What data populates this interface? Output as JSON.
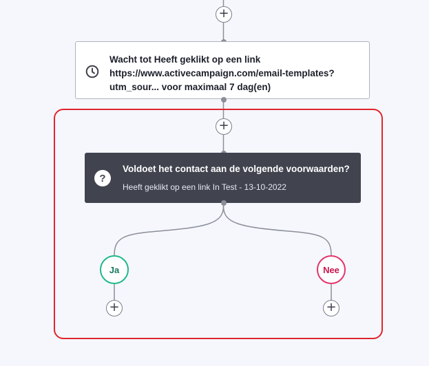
{
  "wait_step": {
    "text": "Wacht tot Heeft geklikt op een link https://www.activecampaign.com/email-templates?utm_sour... voor maximaal 7 dag(en)",
    "icon": "clock-icon"
  },
  "condition_step": {
    "title": "Voldoet het contact aan de volgende voorwaarden?",
    "subtitle": "Heeft geklikt op een link In Test - 13-10-2022",
    "icon": "question-icon"
  },
  "branches": {
    "yes_label": "Ja",
    "no_label": "Nee"
  },
  "add_button_symbol": "+",
  "colors": {
    "selection_border": "#e0242c",
    "yes": "#1fb88b",
    "no": "#e3336a",
    "condition_bg": "#41444f"
  }
}
